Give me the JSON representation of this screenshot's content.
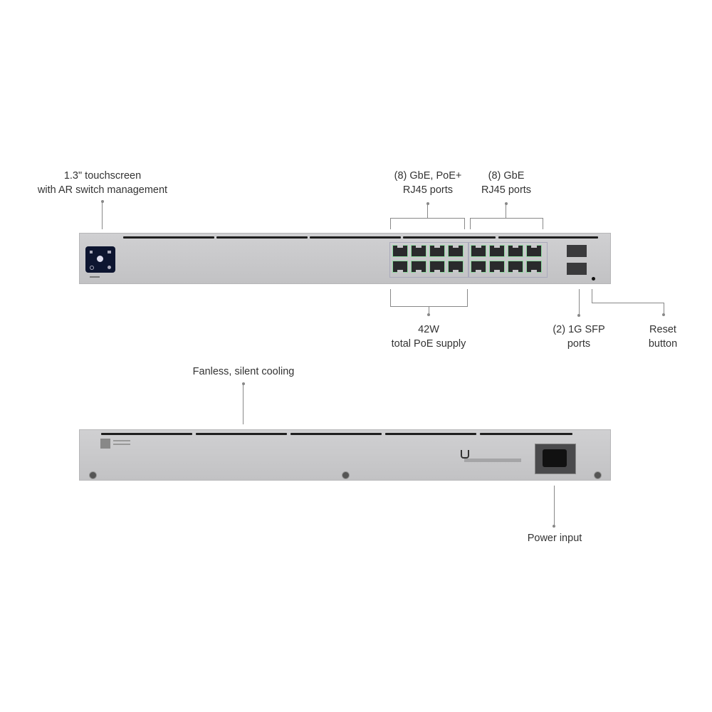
{
  "callouts": {
    "touchscreen": [
      "1.3\" touchscreen",
      "with AR switch management"
    ],
    "poe_ports": [
      "(8) GbE, PoE+",
      "RJ45 ports"
    ],
    "gbe_ports": [
      "(8) GbE",
      "RJ45 ports"
    ],
    "poe_supply": [
      "42W",
      "total PoE supply"
    ],
    "sfp_ports": [
      "(2) 1G SFP",
      "ports"
    ],
    "reset": [
      "Reset",
      "button"
    ],
    "cooling": "Fanless, silent cooling",
    "power": "Power input"
  },
  "colors": {
    "panel": "#c8c8ca",
    "screen": "#0d1530",
    "port_led": "#8fd9a0",
    "leader": "#888888"
  }
}
